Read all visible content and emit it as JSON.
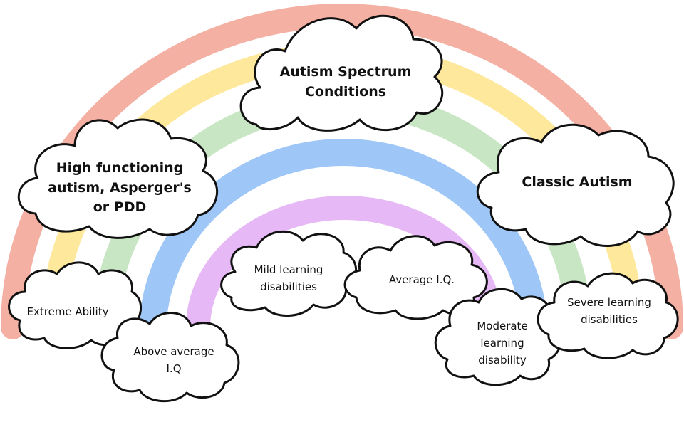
{
  "rainbow_colors": {
    "outer": "#f4b0a3",
    "second": "#fde89b",
    "third": "#c8e6c4",
    "fourth": "#9ec7f7",
    "inner": "#e6b8f5"
  },
  "clouds": {
    "title": "Autism Spectrum\nConditions",
    "high_functioning": "High functioning\nautism, Asperger's\nor PDD",
    "classic_autism": "Classic Autism",
    "extreme_ability": "Extreme Ability",
    "above_average": "Above average\nI.Q",
    "mild_learning": "Mild learning\ndisabilities",
    "average_iq": "Average I.Q.",
    "moderate_learning": "Moderate\nlearning\ndisability",
    "severe_learning": "Severe learning\ndisabilities"
  }
}
